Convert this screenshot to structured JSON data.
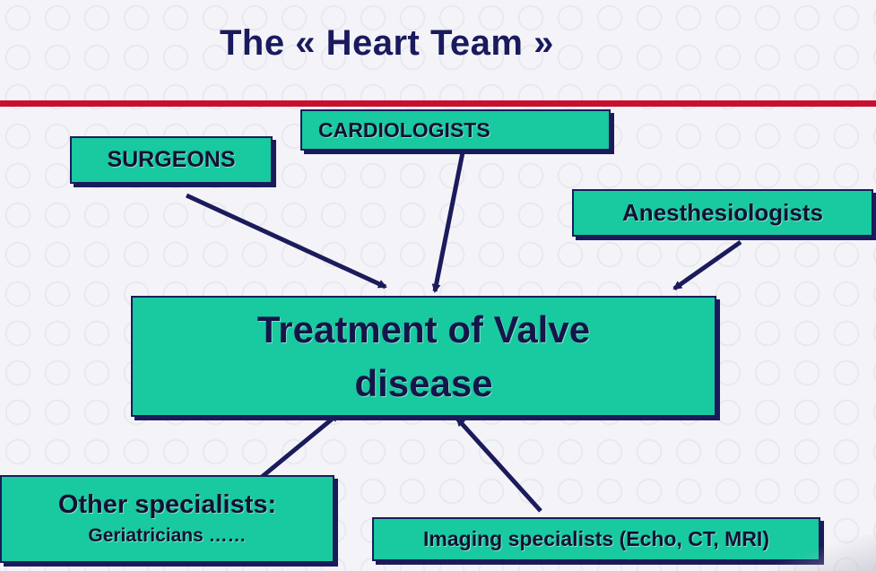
{
  "title": "The « Heart Team »",
  "colors": {
    "title_text": "#1a1a5e",
    "rule_line": "#c8102e",
    "box_fill": "#19c9a0",
    "box_border": "#1b1b5c",
    "arrow": "#1b1b5c"
  },
  "boxes": {
    "surgeons": "SURGEONS",
    "cardiologists": "CARDIOLOGISTS",
    "anesthesiologists": "Anesthesiologists",
    "center": {
      "line1": "Treatment of Valve",
      "line2": "disease"
    },
    "other_specialists": {
      "line1": "Other specialists:",
      "line2": "Geriatricians ……"
    },
    "imaging": "Imaging specialists (Echo, CT, MRI)"
  }
}
